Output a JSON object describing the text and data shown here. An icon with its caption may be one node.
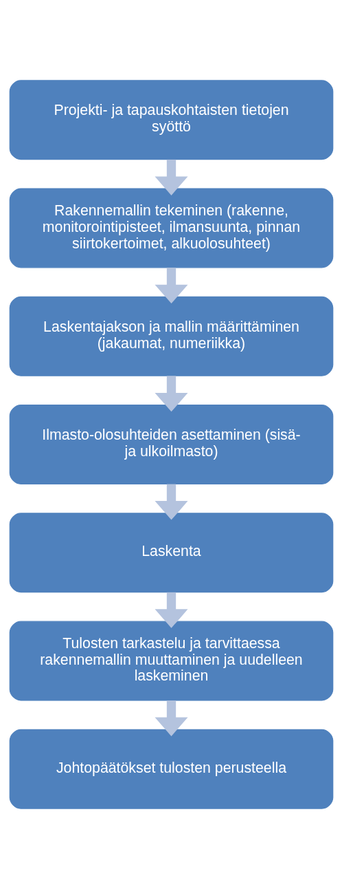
{
  "diagram": {
    "nodes": [
      {
        "text": [
          "Projekti- ja tapauskohtaisten tietojen syöttö"
        ]
      },
      {
        "text": [
          "Rakennemallin tekeminen (rakenne, monitorointipisteet, ilmansuunta, pinnan siirtokertoimet, alkuolosuhteet)"
        ]
      },
      {
        "text": [
          "Laskentajakson ja mallin määrittäminen (jakaumat, numeriikka)"
        ]
      },
      {
        "text": [
          "Ilmasto-olosuhteiden asettaminen (sisä- ja ulkoilmasto)"
        ]
      },
      {
        "text": [
          "Laskenta"
        ]
      },
      {
        "text": [
          "Tulosten tarkastelu ja tarvittaessa rakennemallin muuttaminen ja uudelleen laskeminen"
        ]
      },
      {
        "text": [
          "Johtopäätökset tulosten perusteella"
        ]
      }
    ],
    "edges": [
      {
        "from": 0,
        "to": 1,
        "arrow": "to"
      },
      {
        "from": 1,
        "to": 2,
        "arrow": "to"
      },
      {
        "from": 2,
        "to": 3,
        "arrow": "to"
      },
      {
        "from": 3,
        "to": 4,
        "arrow": "to"
      },
      {
        "from": 4,
        "to": 5,
        "arrow": "to"
      },
      {
        "from": 5,
        "to": 6,
        "arrow": "to"
      }
    ]
  }
}
